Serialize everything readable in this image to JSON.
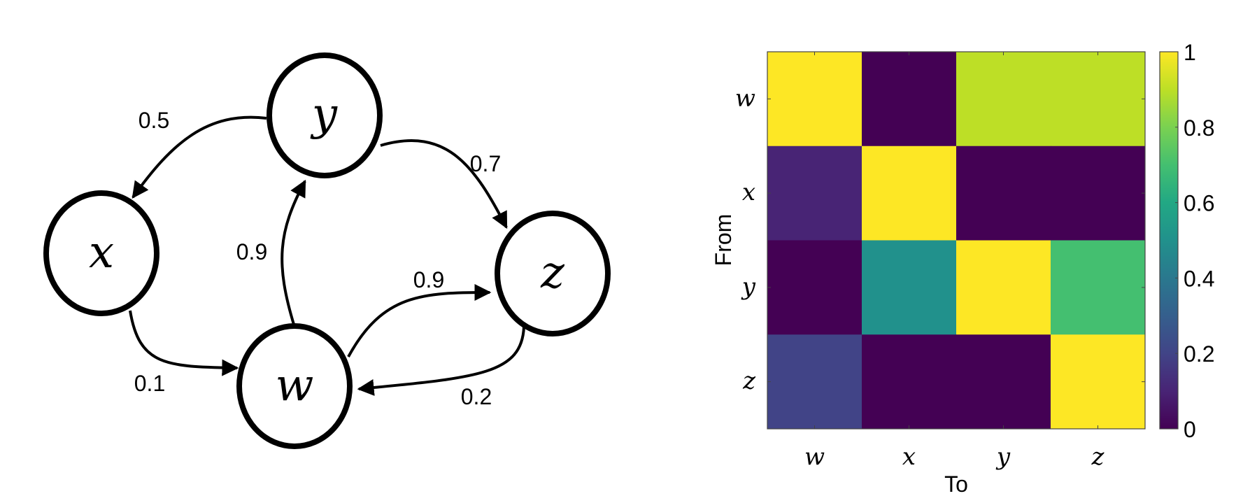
{
  "graph": {
    "nodes": [
      {
        "id": "x",
        "label": "x"
      },
      {
        "id": "y",
        "label": "y"
      },
      {
        "id": "z",
        "label": "z"
      },
      {
        "id": "w",
        "label": "w"
      }
    ],
    "edges": [
      {
        "from": "y",
        "to": "x",
        "weight": "0.5"
      },
      {
        "from": "y",
        "to": "z",
        "weight": "0.7"
      },
      {
        "from": "w",
        "to": "y",
        "weight": "0.9"
      },
      {
        "from": "w",
        "to": "z",
        "weight": "0.9"
      },
      {
        "from": "x",
        "to": "w",
        "weight": "0.1"
      },
      {
        "from": "z",
        "to": "w",
        "weight": "0.2"
      }
    ]
  },
  "chart_data": {
    "type": "heatmap",
    "xlabel": "To",
    "ylabel": "From",
    "x_categories": [
      "w",
      "x",
      "y",
      "z"
    ],
    "y_categories": [
      "w",
      "x",
      "y",
      "z"
    ],
    "values": [
      [
        1.0,
        0.0,
        0.9,
        0.9
      ],
      [
        0.1,
        1.0,
        0.0,
        0.0
      ],
      [
        0.0,
        0.5,
        1.0,
        0.7
      ],
      [
        0.2,
        0.0,
        0.0,
        1.0
      ]
    ],
    "colormap": "viridis",
    "clim": [
      0,
      1
    ],
    "colorbar_ticks": [
      "0",
      "0.2",
      "0.4",
      "0.6",
      "0.8",
      "1"
    ],
    "colorbar_placement": "right"
  }
}
